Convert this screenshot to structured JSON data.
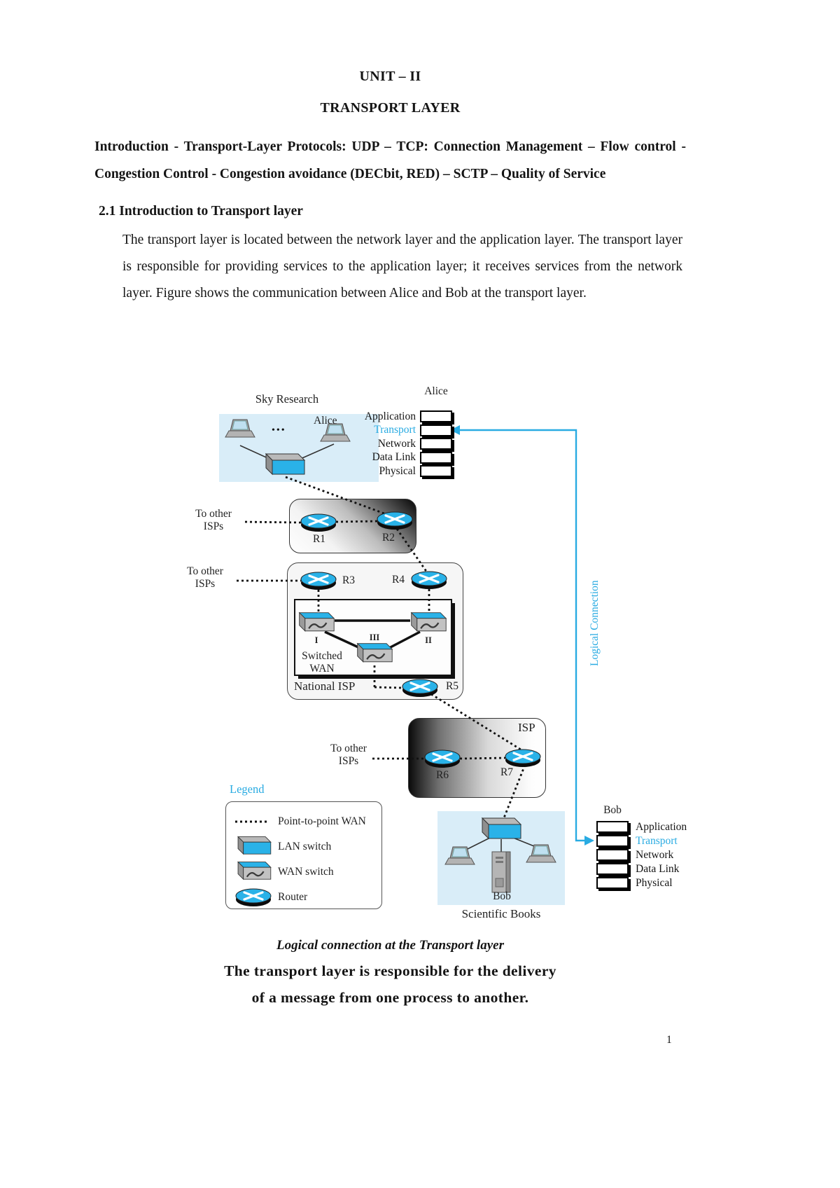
{
  "doc": {
    "title_line1": "UNIT – II",
    "title_line2": "TRANSPORT LAYER",
    "intro": "Introduction - Transport-Layer Protocols: UDP – TCP: Connection Management – Flow control - Congestion Control - Congestion avoidance (DECbit, RED) – SCTP – Quality of Service",
    "section_number": "2.1",
    "section_title": "Introduction to Transport layer",
    "paragraph": "The transport layer is located between the network layer and the application layer. The transport layer is responsible for providing services to the application layer; it receives services from the network layer. Figure shows the communication between Alice and Bob at the transport layer.",
    "figure_caption": "Logical connection at the Transport layer",
    "statement_line1": "The transport layer is responsible for the delivery",
    "statement_line2": "of a message from one process to another.",
    "page_number": "1"
  },
  "figure": {
    "sky_site": {
      "title": "Sky Research",
      "host": "Alice",
      "dots": "•••"
    },
    "alice_stack": {
      "title": "Alice",
      "layers": [
        "Application",
        "Transport",
        "Network",
        "Data Link",
        "Physical"
      ]
    },
    "bob_stack": {
      "title": "Bob",
      "layers": [
        "Application",
        "Transport",
        "Network",
        "Data Link",
        "Physical"
      ]
    },
    "to_other_isps_line1": "To other",
    "to_other_isps_line2": "ISPs",
    "routers": {
      "r1": "R1",
      "r2": "R2",
      "r3": "R3",
      "r4": "R4",
      "r5": "R5",
      "r6": "R6",
      "r7": "R7"
    },
    "wan_switch_labels": {
      "i": "I",
      "ii": "II",
      "iii": "III"
    },
    "switched_wan_line1": "Switched",
    "switched_wan_line2": "WAN",
    "national_isp_label": "National ISP",
    "isp_label": "ISP",
    "bob_site": {
      "host": "Bob",
      "title": "Scientific Books"
    },
    "logical_connection_label": "Logical Connection",
    "legend": {
      "title": "Legend",
      "items": [
        "Point-to-point WAN",
        "LAN switch",
        "WAN switch",
        "Router"
      ]
    },
    "colors": {
      "accent_blue": "#29abe2",
      "router_fill": "#2ab2e8",
      "site_bg": "#d9edf8"
    }
  }
}
